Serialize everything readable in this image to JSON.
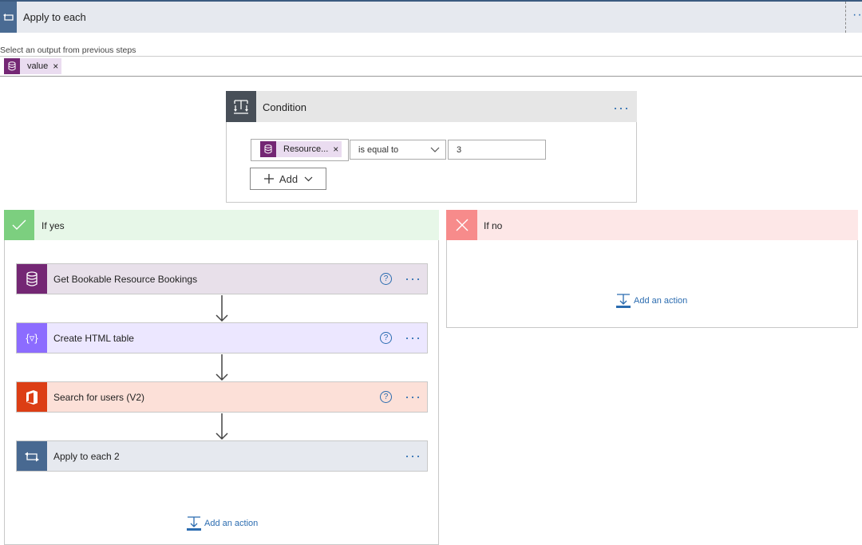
{
  "apply_to_each": {
    "title": "Apply to each",
    "more": "···"
  },
  "select_output": {
    "label": "Select an output from previous steps",
    "token": "value",
    "token_remove": "×"
  },
  "condition": {
    "title": "Condition",
    "more": "···",
    "left_token": "Resource...",
    "left_token_remove": "×",
    "operator": "is equal to",
    "value": "3",
    "add_label": "Add"
  },
  "if_yes": {
    "title": "If yes",
    "actions": [
      {
        "title": "Get Bookable Resource Bookings",
        "help": "?",
        "more": "···",
        "color": "#742774"
      },
      {
        "title": "Create HTML table",
        "help": "?",
        "more": "···",
        "color": "#8c6cff"
      },
      {
        "title": "Search for users (V2)",
        "help": "?",
        "more": "···",
        "color": "#dc3e15"
      },
      {
        "title": "Apply to each 2",
        "more": "···",
        "color": "#486991"
      }
    ],
    "add_action": "Add an action"
  },
  "if_no": {
    "title": "If no",
    "add_action": "Add an action"
  }
}
